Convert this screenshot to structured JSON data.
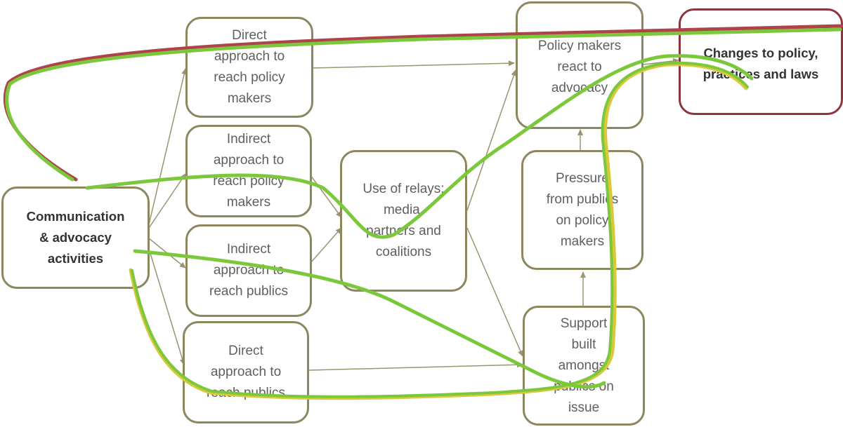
{
  "diagram": {
    "nodes": {
      "communication": "Communication\n& advocacy\nactivities",
      "direct_policy": "Direct\napproach to\nreach policy\nmakers",
      "indirect_policy": "Indirect\napproach to\nreach policy\nmakers",
      "indirect_publics": "Indirect\napproach to\nreach publics",
      "direct_publics": "Direct\napproach to\nreach publics",
      "relays": "Use of relays:\nmedia,\npartners and\ncoalitions",
      "policy_react": "Policy makers\nreact  to\nadvocacy",
      "pressure": "Pressure\nfrom publics\non policy\nmakers",
      "support": "Support\nbuilt\namongst\npublics on\nissue",
      "changes": "Changes to  policy,\npractices and laws"
    },
    "colors": {
      "box_border": "#8c875f",
      "goal_border": "#8c3540",
      "arrow": "#9a9470",
      "path_green": "#7cc83c",
      "path_red": "#b0434a",
      "path_yellow": "#d8c83a"
    }
  }
}
